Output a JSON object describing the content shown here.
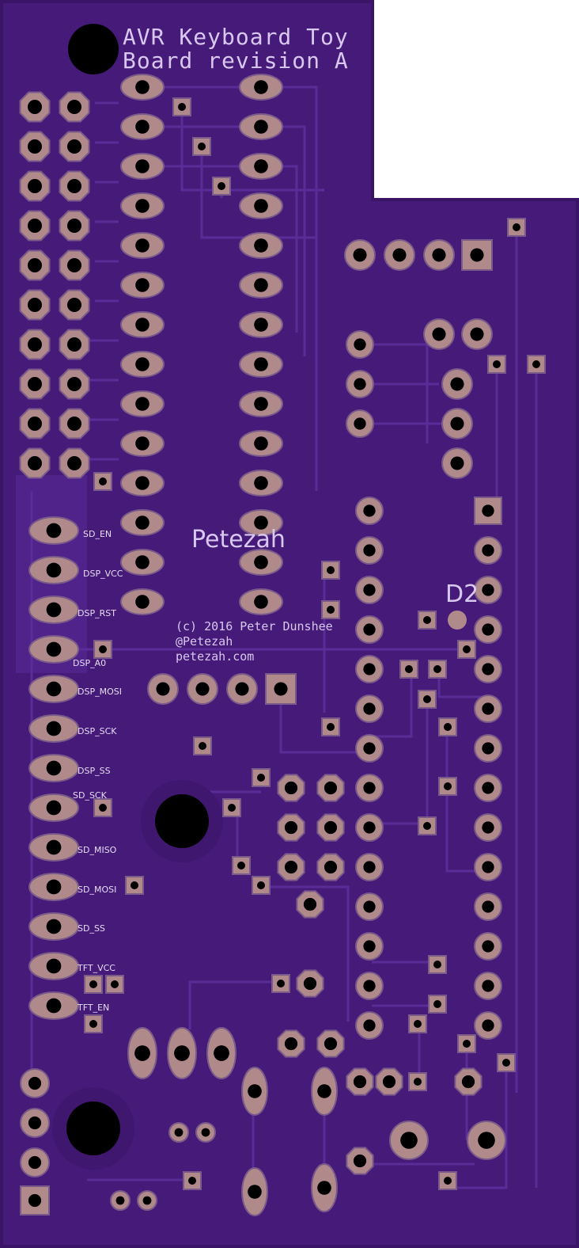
{
  "board": {
    "title_line1": "AVR Keyboard Toy",
    "title_line2": "Board revision A",
    "brand": "Petezah",
    "copyright": "(c) 2016 Peter Dunshee",
    "handle": "@Petezah",
    "website": "petezah.com",
    "designator_d2": "D2",
    "colors": {
      "substrate": "#3a1466",
      "copper": "#4a1c7e",
      "pad": "#b08a8a",
      "drill": "#000000",
      "silk": "#d8c8f0"
    }
  },
  "pin_labels": [
    "SD_EN",
    "DSP_VCC",
    "DSP_RST",
    "DSP_A0",
    "DSP_MOSI",
    "DSP_SCK",
    "DSP_SS",
    "SD_SCK",
    "SD_MISO",
    "SD_MOSI",
    "SD_SS",
    "TFT_VCC",
    "TFT_EN"
  ]
}
